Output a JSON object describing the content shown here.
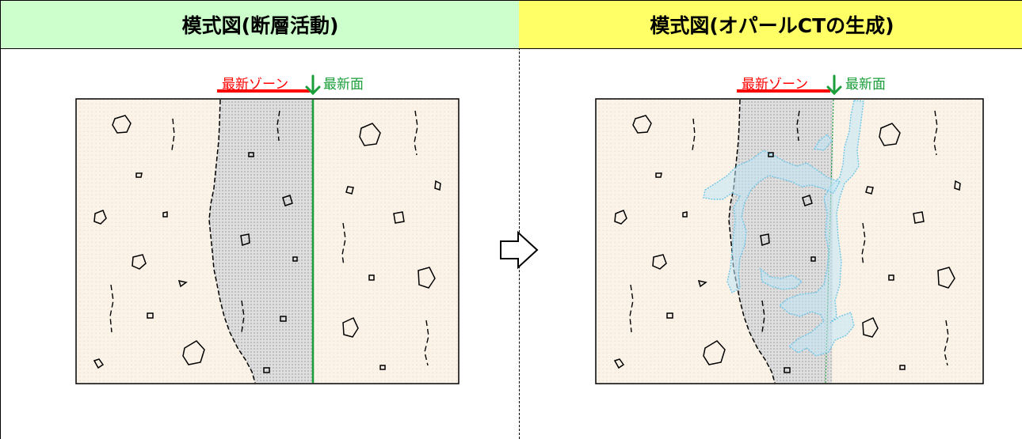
{
  "left_panel": {
    "title": "模式図(断層活動)",
    "title_bg": "#ccffcc",
    "zone_label": "最新ゾーン",
    "surface_label": "最新面"
  },
  "right_panel": {
    "title": "模式図(オパールCTの生成)",
    "title_bg": "#ffff66",
    "zone_label": "最新ゾーン",
    "surface_label": "最新面"
  },
  "colors": {
    "host_rock": "#fbf3e8",
    "fault_zone": "#d9d9d9",
    "latest_zone_bar": "#ff0000",
    "latest_surface": "#1a9e3a",
    "opal_ct": "#6ec6e8"
  },
  "transition_arrow": "right-outline-arrow-icon"
}
